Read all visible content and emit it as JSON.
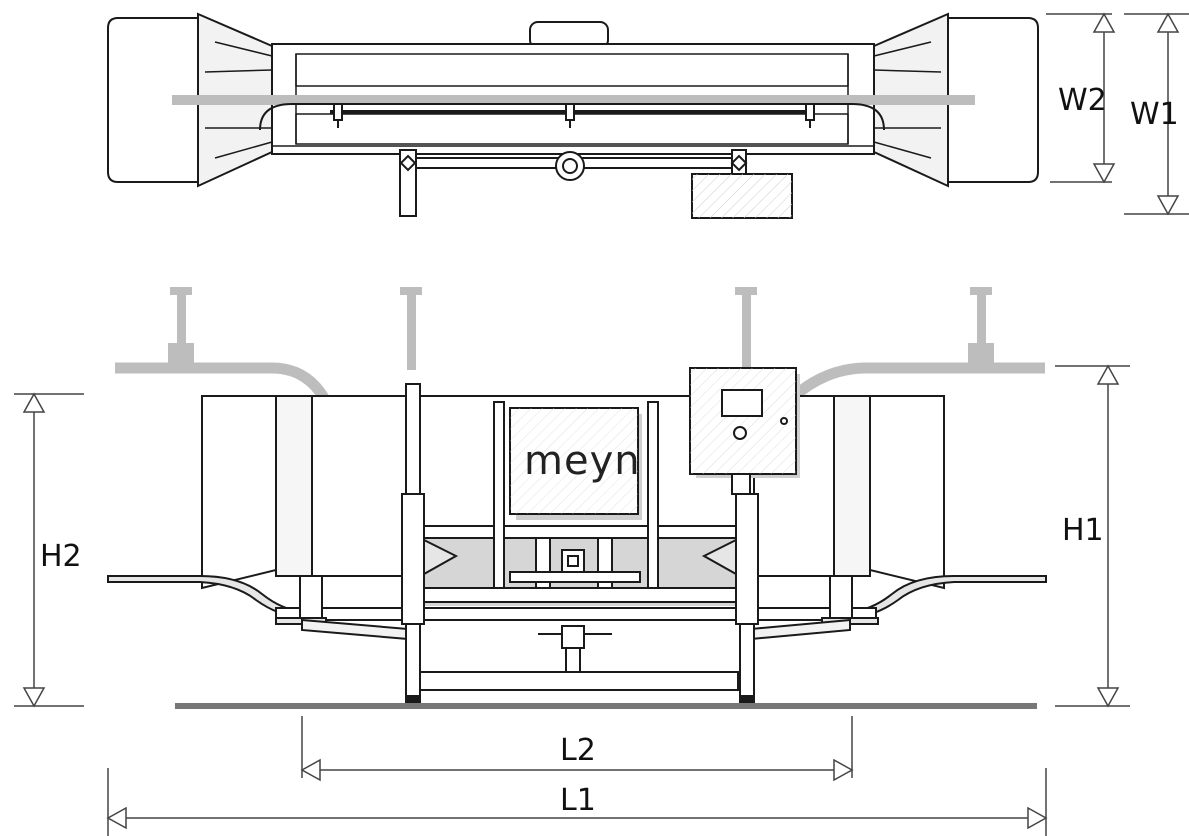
{
  "brand": {
    "logo_text": "meyn"
  },
  "dimensions": {
    "w1": "W1",
    "w2": "W2",
    "h1": "H1",
    "h2": "H2",
    "l1": "L1",
    "l2": "L2"
  },
  "colors": {
    "line": "#1a1a1a",
    "fill_light": "#f2f2f2",
    "fill_mid": "#e6e6e6",
    "shackle_line": "#bdbdbd",
    "dimension_line": "#444444",
    "floor": "#777777"
  }
}
